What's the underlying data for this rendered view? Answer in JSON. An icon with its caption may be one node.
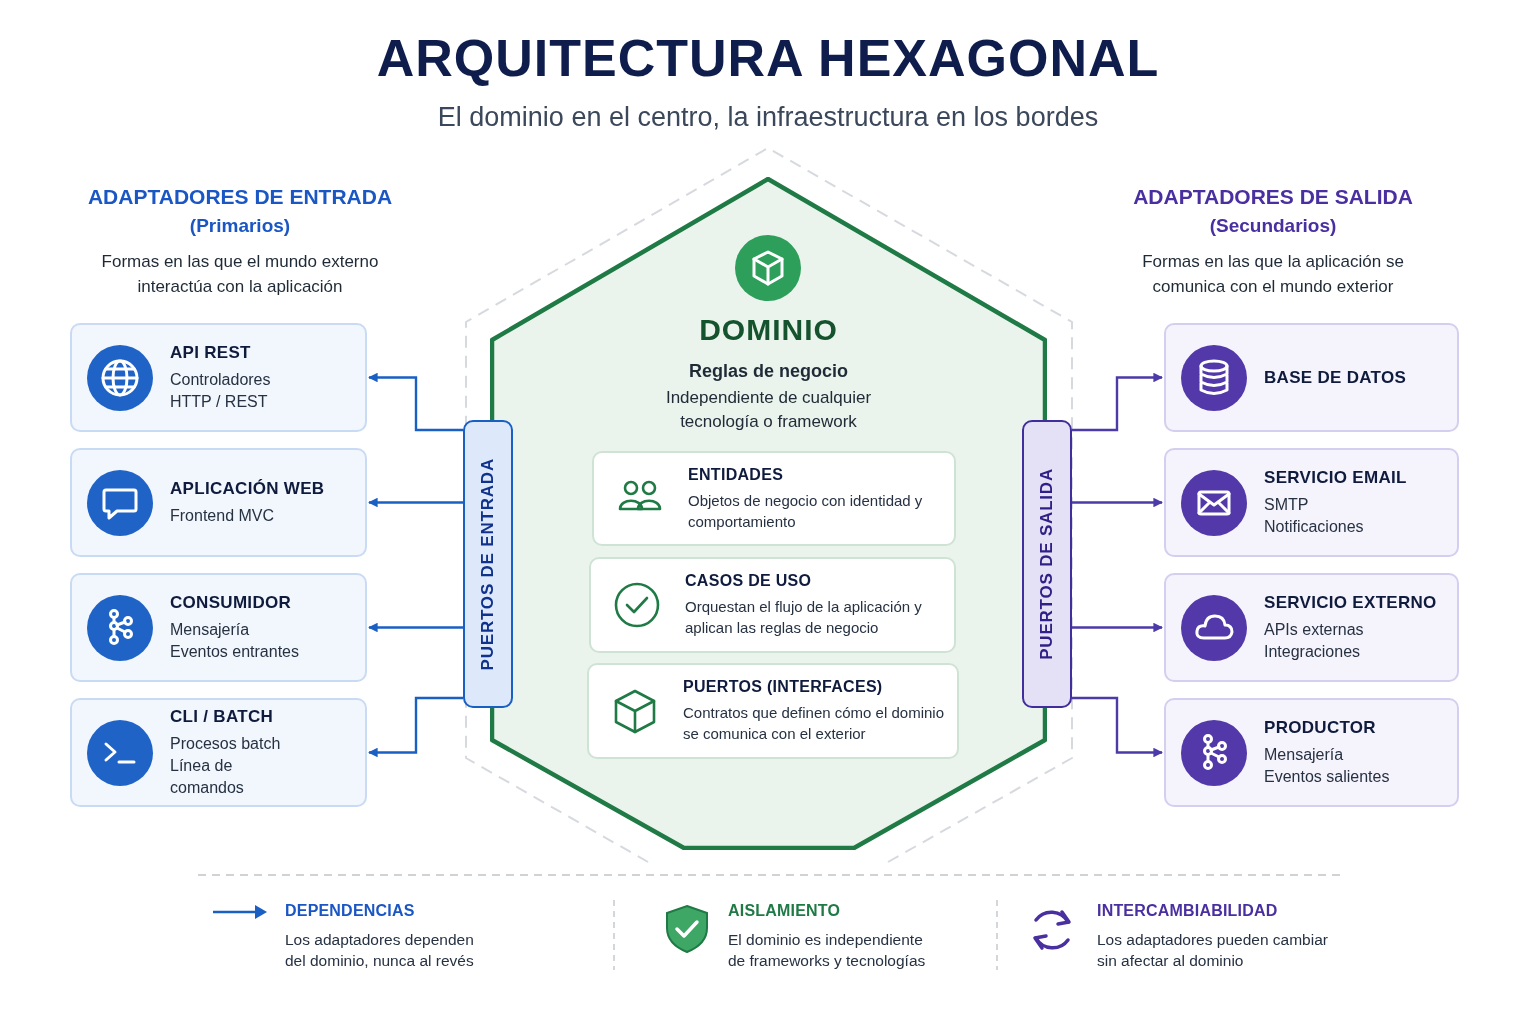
{
  "diagram": {
    "title": "ARQUITECTURA HEXAGONAL",
    "caption": "El dominio en el centro, la infraestructura en los bordes",
    "nodes": [
      {
        "text": [
          "DOMINIO",
          "Reglas de negocio",
          "Independiente de cualquier tecnología o framework"
        ]
      },
      {
        "text": [
          "ENTIDADES",
          "Objetos de negocio con identidad y comportamiento"
        ],
        "in": 0
      },
      {
        "text": [
          "CASOS DE USO",
          "Orquestan el flujo de la aplicación y aplican las reglas de negocio"
        ],
        "in": 0
      },
      {
        "text": [
          "PUERTOS (INTERFACES)",
          "Contratos que definen cómo el dominio se comunica con el exterior"
        ],
        "in": 0
      },
      {
        "text": [
          "PUERTOS DE ENTRADA"
        ]
      },
      {
        "text": [
          "PUERTOS DE SALIDA"
        ]
      },
      {
        "text": [
          "API REST",
          "Controladores HTTP / REST"
        ]
      },
      {
        "text": [
          "APLICACIÓN WEB",
          "Frontend MVC"
        ]
      },
      {
        "text": [
          "CONSUMIDOR",
          "Mensajería Eventos entrantes"
        ]
      },
      {
        "text": [
          "CLI / BATCH",
          "Procesos batch Línea de comandos"
        ]
      },
      {
        "text": [
          "BASE DE DATOS"
        ]
      },
      {
        "text": [
          "SERVICIO EMAIL",
          "SMTP Notificaciones"
        ]
      },
      {
        "text": [
          "SERVICIO EXTERNO",
          "APIs externas Integraciones"
        ]
      },
      {
        "text": [
          "PRODUCTOR",
          "Mensajería Eventos salientes"
        ]
      }
    ],
    "edges": [
      {
        "from": 4,
        "to": 6,
        "arrow": "to",
        "color": "#1a5fc4"
      },
      {
        "from": 4,
        "to": 7,
        "arrow": "to",
        "color": "#1a5fc4"
      },
      {
        "from": 4,
        "to": 8,
        "arrow": "to",
        "color": "#1a5fc4"
      },
      {
        "from": 4,
        "to": 9,
        "arrow": "to",
        "color": "#1a5fc4"
      },
      {
        "from": 5,
        "to": 10,
        "arrow": "to",
        "color": "#4b3aa8"
      },
      {
        "from": 5,
        "to": 11,
        "arrow": "to",
        "color": "#4b3aa8"
      },
      {
        "from": 5,
        "to": 12,
        "arrow": "to",
        "color": "#4b3aa8"
      },
      {
        "from": 5,
        "to": 13,
        "arrow": "to",
        "color": "#4b3aa8"
      }
    ],
    "labels": [
      "ADAPTADORES DE ENTRADA",
      "(Primarios)",
      "Formas en las que el mundo externo interactúa con la aplicación",
      "ADAPTADORES DE SALIDA",
      "(Secundarios)",
      "Formas en las que la aplicación se comunica con el mundo exterior",
      "Los adaptadores dependen del dominio, nunca al revés",
      "El dominio es independiente de frameworks y tecnologías",
      "Los adaptadores pueden cambiar sin afectar al dominio"
    ],
    "legend": [
      {
        "text": "DEPENDENCIAS"
      },
      {
        "text": "AISLAMIENTO"
      },
      {
        "text": "INTERCAMBIABILIDAD"
      }
    ]
  }
}
